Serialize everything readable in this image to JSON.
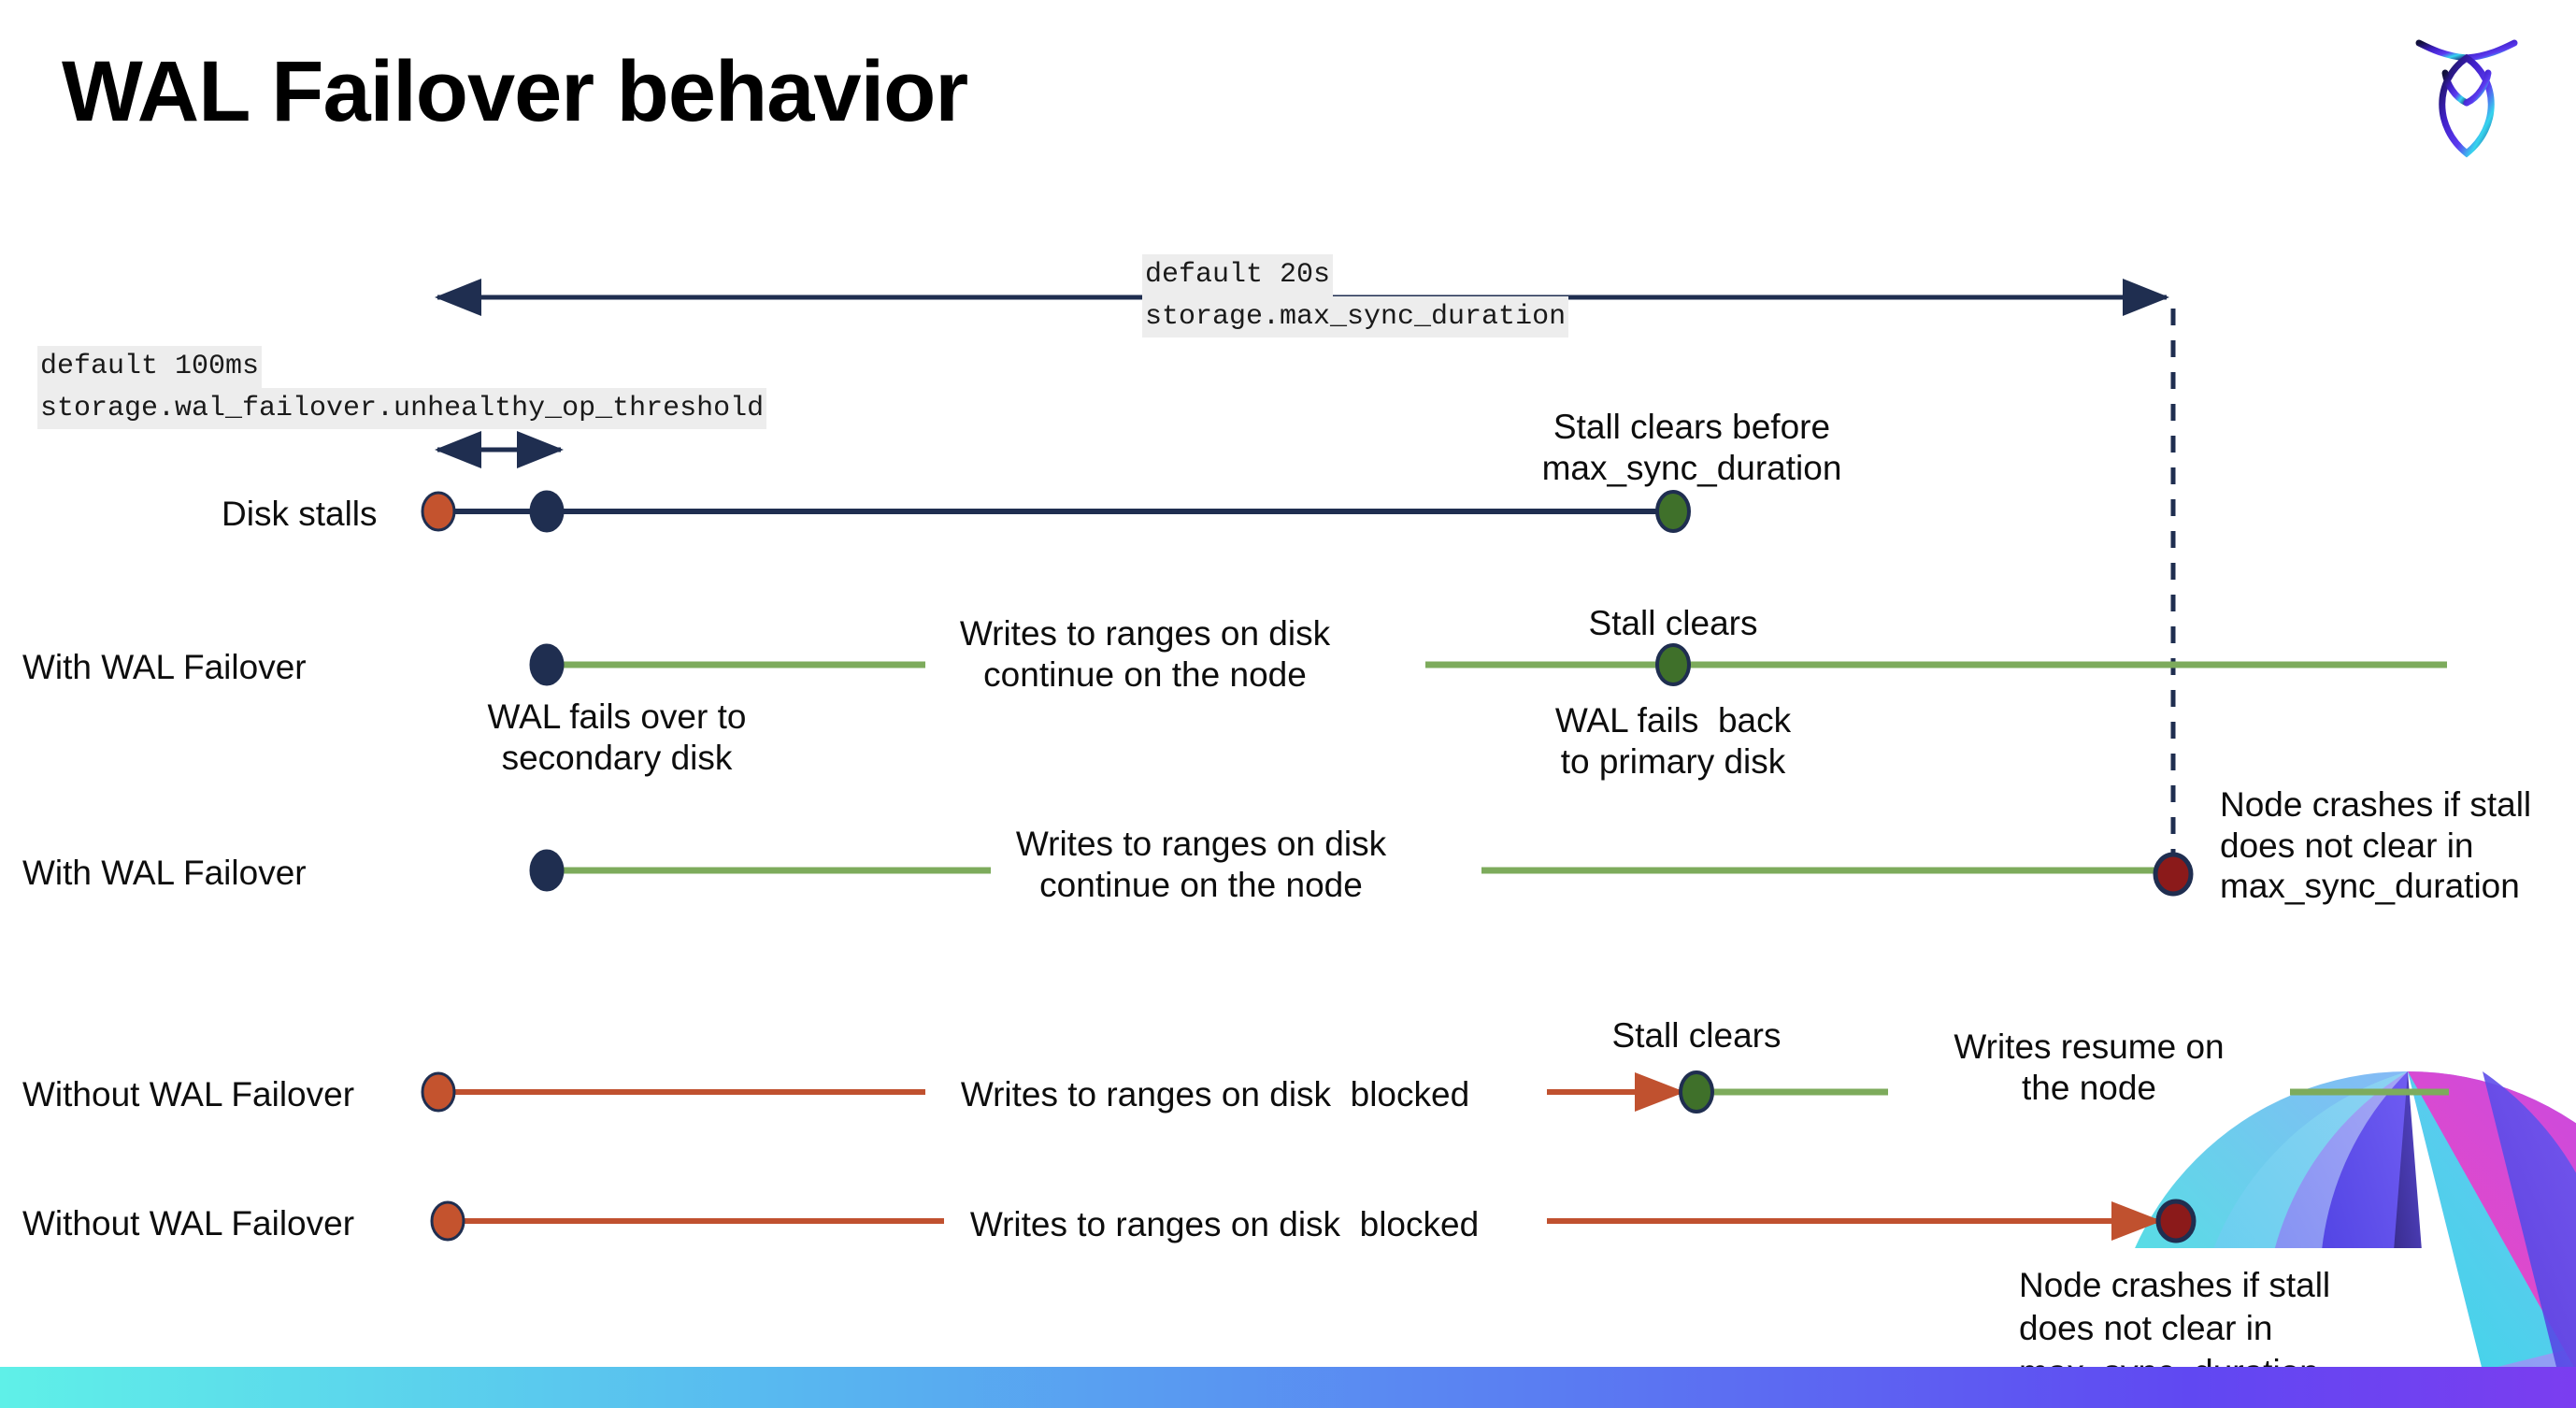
{
  "title": "WAL Failover behavior",
  "logo": {
    "name": "cockroachdb-logo"
  },
  "colors": {
    "navy": "#1f2e50",
    "green_line": "#7dab5c",
    "green_dot": "#3f702a",
    "red_line": "#c0512f",
    "orange_dot": "#c4532e",
    "dark_red_dot": "#8b1a1a",
    "code_bg": "#ededed",
    "bar_from": "#5ff0e8",
    "bar_to": "#7b3df0"
  },
  "annotations": {
    "max_sync": {
      "default": "default 20s",
      "setting": "storage.max_sync_duration"
    },
    "unhealthy_op": {
      "default": "default 100ms",
      "setting": "storage.wal_failover.unhealthy_op_threshold"
    }
  },
  "rows": [
    {
      "id": "disk-stalls",
      "label": "Disk stalls",
      "note": "Stall clears before\nmax_sync_duration"
    },
    {
      "id": "with-wal-failover-1",
      "label": "With WAL Failover",
      "note_mid": "Writes to ranges on disk\ncontinue on the node",
      "note_clear": "Stall clears",
      "note_start": "WAL fails over to\nsecondary disk",
      "note_end": "WAL fails  back\nto primary disk"
    },
    {
      "id": "with-wal-failover-2",
      "label": "With WAL Failover",
      "note_mid": "Writes to ranges on disk\ncontinue on the node",
      "note_crash": "Node crashes if stall\ndoes not clear in\nmax_sync_duration"
    },
    {
      "id": "without-wal-failover-1",
      "label": "Without WAL Failover",
      "note_mid": "Writes to ranges on disk  blocked",
      "note_clear": "Stall clears",
      "note_resume": "Writes resume on\nthe node"
    },
    {
      "id": "without-wal-failover-2",
      "label": "Without WAL Failover",
      "note_mid": "Writes to ranges on disk  blocked",
      "note_crash": "Node crashes if stall\ndoes not clear in\nmax_sync_duration"
    }
  ]
}
